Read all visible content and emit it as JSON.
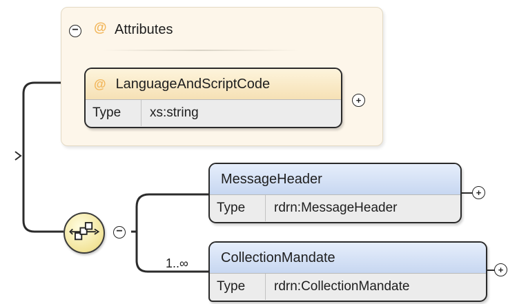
{
  "attributes_group": {
    "title": "Attributes",
    "collapse_symbol": "⊖",
    "attribute": {
      "name": "LanguageAndScriptCode",
      "type_label": "Type",
      "type_value": "xs:string"
    }
  },
  "sequence": {
    "icon": "sequence-compositor-icon",
    "collapse_symbol": "⊖"
  },
  "elements": [
    {
      "name": "MessageHeader",
      "type_label": "Type",
      "type_value": "rdrn:MessageHeader",
      "occurrence": ""
    },
    {
      "name": "CollectionMandate",
      "type_label": "Type",
      "type_value": "rdrn:CollectionMandate",
      "occurrence": "1..∞"
    }
  ],
  "expand_symbol": "+",
  "colors": {
    "attr_panel_bg": "#fdf6ea",
    "element_header_blue": "#c7d7f1",
    "attribute_header_cream": "#f6e1b5",
    "at_icon_orange": "#f2b65a",
    "sequence_yellow": "#f2e49a"
  }
}
